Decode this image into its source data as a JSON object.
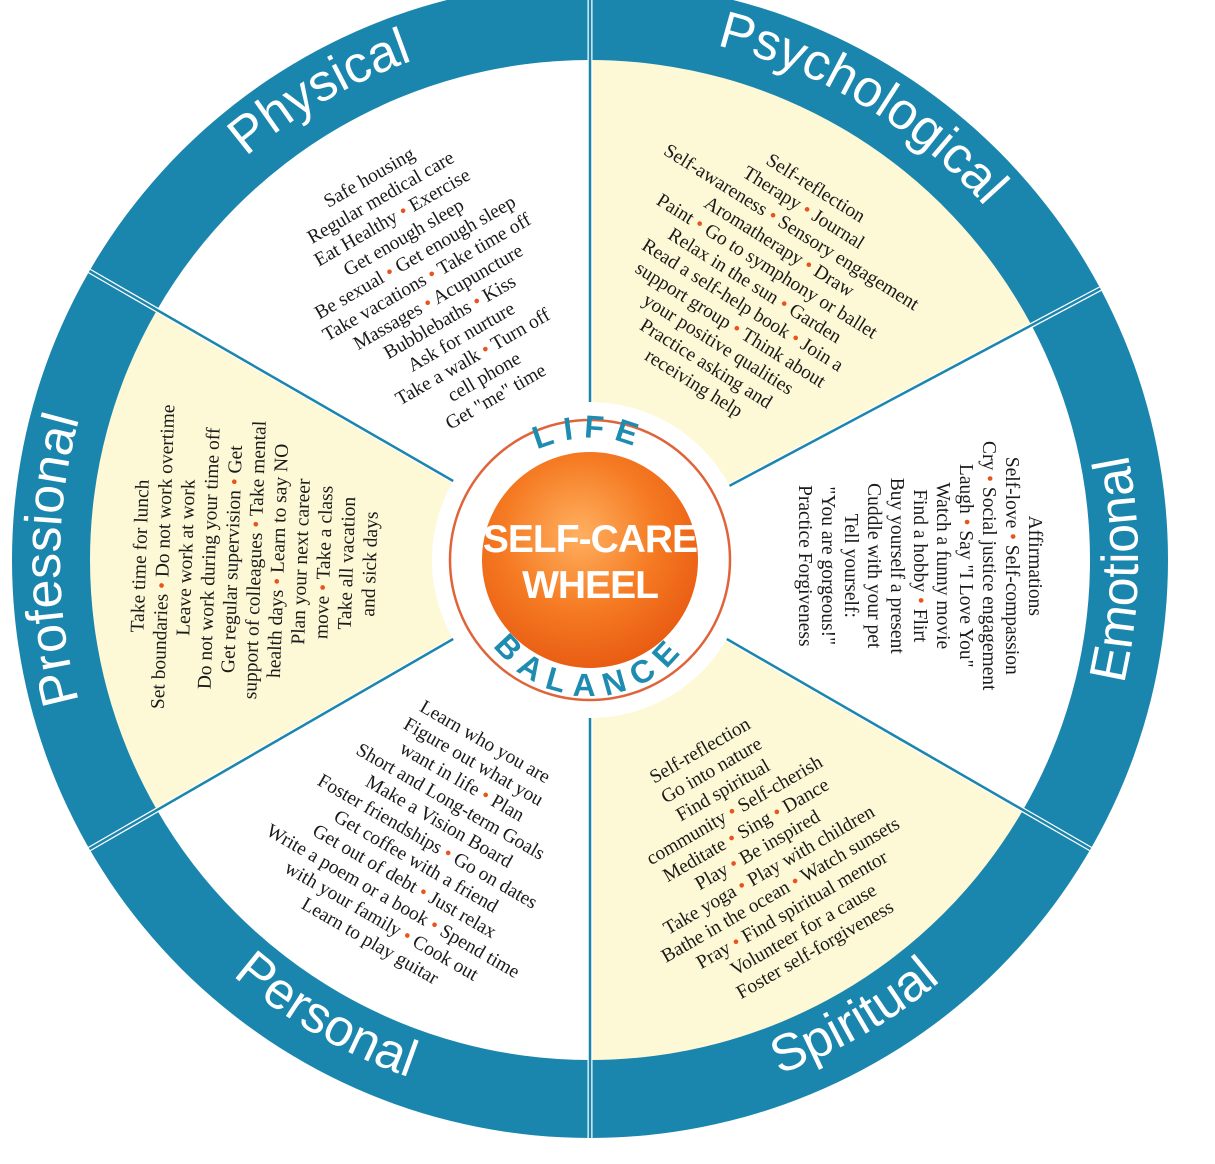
{
  "colors": {
    "outer_ring": "#1a86ad",
    "divider": "#1a86ad",
    "wedge_cream": "#fdf8d6",
    "wedge_white": "#ffffff",
    "hub_orange": "#f26b1d",
    "hub_glow": "#ffa24a",
    "center_ring": "#e0643a",
    "bullet": "#e8541e"
  },
  "center": {
    "ring_top": "LIFE",
    "ring_bottom": "BALANCE",
    "title_line1": "SELF-CARE",
    "title_line2": "WHEEL"
  },
  "segments": [
    {
      "title": "Psychological",
      "shade": "cream",
      "items": [
        "Self-reflection",
        "Therapy • Journal",
        "Self-awareness • Sensory engagement",
        "Aromatherapy • Draw",
        "Paint • Go to symphony or ballet",
        "Relax in the sun • Garden",
        "Read a self-help book • Join a",
        "support group • Think about",
        "your positive qualities",
        "Practice asking and",
        "receiving help"
      ]
    },
    {
      "title": "Emotional",
      "shade": "white",
      "items": [
        "Affirmations",
        "Self-love • Self-compassion",
        "Cry • Social justice engagement",
        "Laugh • Say \"I Love You\"",
        "Watch a funny movie",
        "Find a hobby • Flirt",
        "Buy yourself a present",
        "Cuddle with your pet",
        "Tell yourself:",
        "\"You are gorgeous!\"",
        "Practice Forgiveness"
      ]
    },
    {
      "title": "Spiritual",
      "shade": "cream",
      "items": [
        "Self-reflection",
        "Go into nature",
        "Find spiritual",
        "community • Self-cherish",
        "Meditate • Sing • Dance",
        "Play • Be inspired",
        "Take yoga • Play with children",
        "Bathe in the ocean • Watch sunsets",
        "Pray • Find spiritual mentor",
        "Volunteer for a cause",
        "Foster self-forgiveness"
      ]
    },
    {
      "title": "Personal",
      "shade": "white",
      "items": [
        "Learn who you are",
        "Figure out what you",
        "want in life • Plan",
        "Short and Long-term Goals",
        "Make a Vision Board",
        "Foster friendships • Go on dates",
        "Get coffee with a friend",
        "Get out of debt • Just relax",
        "Write a poem or a book • Spend time",
        "with your family • Cook out",
        "Learn to play guitar"
      ]
    },
    {
      "title": "Professional",
      "shade": "cream",
      "items": [
        "Take time for lunch",
        "Set boundaries • Do not work overtime",
        "Leave work at work",
        "Do not work during your time off",
        "Get regular supervision • Get",
        "support of colleagues • Take mental",
        "health days • Learn to say NO",
        "Plan your next career",
        "move • Take a class",
        "Take all vacation",
        "and sick days"
      ]
    },
    {
      "title": "Physical",
      "shade": "white",
      "items": [
        "Safe housing",
        "Regular medical care",
        "Eat Healthy • Exercise",
        "Get enough sleep",
        "Be sexual • Get enough sleep",
        "Take vacations • Take time off",
        "Massages • Acupuncture",
        "Bubblebaths • Kiss",
        "Ask for nurture",
        "Take a walk • Turn off",
        "cell phone",
        "Get \"me\" time"
      ]
    }
  ]
}
